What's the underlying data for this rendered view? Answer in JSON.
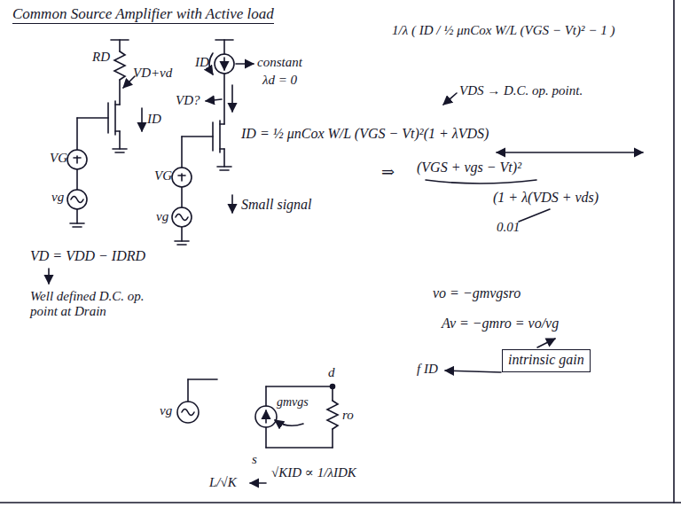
{
  "diagram": {
    "title": "Common Source Amplifier with Active load",
    "nodes": [
      {
        "text": [
          "intrinsic gain"
        ]
      }
    ],
    "labels": [
      "RD",
      "VD+vd",
      "ID",
      "VG",
      "vg",
      "VD = VDD − IDRD",
      "Well defined D.C. op. point at Drain",
      "ID",
      "constant",
      "λd = 0",
      "VD?",
      "VG",
      "vg",
      "ID = ½ μnCox W/L (VGS − Vt)²(1 + λVDS)",
      "1/λ ( ID / ½ μnCox W/L (VGS − Vt)² − 1 )",
      "VDS → D.C. op. point.",
      "⇒",
      "(VGS + vgs − Vt)²",
      "(1 + λ(VDS + vds)",
      "0.01",
      "Small signal",
      "vg",
      "d",
      "s",
      "gmvgs",
      "ro",
      "vo = −gmvgsro",
      "Av = −gmro = vo/vg",
      "f ID",
      "L/√K",
      "√KID ∝ 1/λIDK"
    ]
  }
}
